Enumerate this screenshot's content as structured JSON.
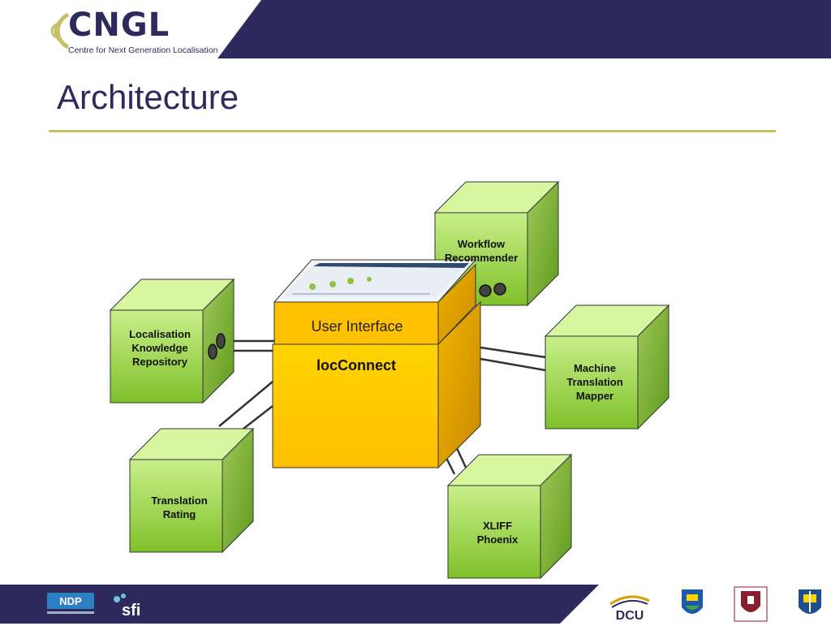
{
  "header": {
    "logo_text": "CNGL",
    "logo_tagline": "Centre for Next Generation Localisation"
  },
  "page": {
    "title": "Architecture"
  },
  "diagram": {
    "core": {
      "label": "locConnect",
      "ui_label": "User Interface"
    },
    "nodes": {
      "workflow": [
        "Workflow",
        "Recommender"
      ],
      "lkr": [
        "Localisation",
        "Knowledge",
        "Repository"
      ],
      "mt": [
        "Machine",
        "Translation",
        "Mapper"
      ],
      "rating": [
        "Translation",
        "Rating"
      ],
      "xliff": [
        "XLIFF",
        "Phoenix"
      ]
    }
  },
  "footer": {
    "logos": [
      "ndp-logo",
      "sfi-logo",
      "dcu-logo",
      "ucd-crest",
      "university-crest",
      "university-crest-2"
    ],
    "ndp_text": "NDP",
    "sfi_text": "sfi",
    "dcu_text": "DCU"
  },
  "colors": {
    "brand_navy": "#2f2a5e",
    "accent_olive": "#c8c066",
    "cube_green": "#96d03c",
    "core_yellow": "#ffd200"
  }
}
